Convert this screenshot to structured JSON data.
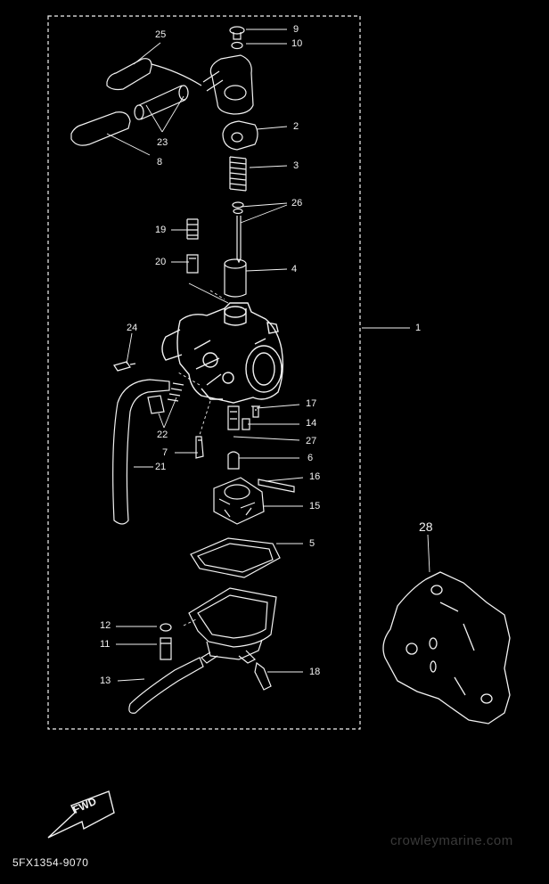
{
  "colors": {
    "background": "#000000",
    "ink": "#f2f2f2",
    "watermark": "#3a3a3a"
  },
  "callouts": [
    "9",
    "10",
    "25",
    "2",
    "23",
    "8",
    "3",
    "26",
    "19",
    "20",
    "4",
    "1",
    "24",
    "17",
    "14",
    "22",
    "27",
    "7",
    "6",
    "16",
    "21",
    "15",
    "28",
    "5",
    "12",
    "11",
    "18",
    "13"
  ],
  "fwd_label": "FWD",
  "part_code": "5FX1354-9070",
  "watermark": "crowleymarine.com"
}
